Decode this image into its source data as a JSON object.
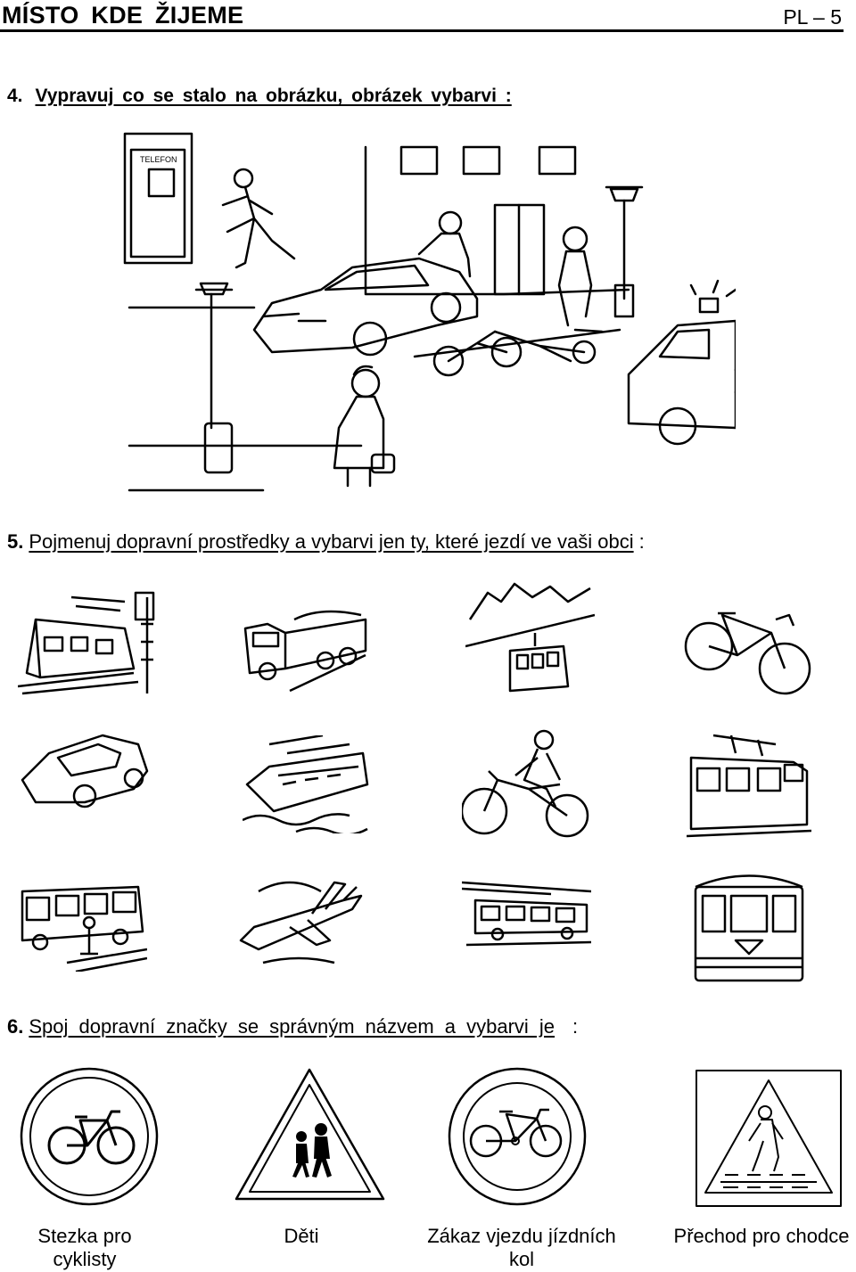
{
  "header": {
    "title": "MÍSTO KDE ŽIJEME",
    "code": "PL – 5"
  },
  "task4": {
    "number": "4.",
    "text": "Vypravuj co se stalo na obrázku, obrázek vybarvi :"
  },
  "task5": {
    "number": "5.",
    "text": "Pojmenuj dopravní prostředky a vybarvi jen ty, které jezdí ve vaši obci",
    "tail": ":"
  },
  "task6": {
    "number": "6.",
    "text": "Spoj dopravní značky se správným názvem a vybarvi je",
    "tail": ":"
  },
  "scene": {
    "booth_sign": "TELEFON"
  },
  "signs": {
    "captions": [
      "Stezka pro cyklisty",
      "Děti",
      "Zákaz vjezdu jízdních kol",
      "Přechod pro chodce"
    ]
  }
}
